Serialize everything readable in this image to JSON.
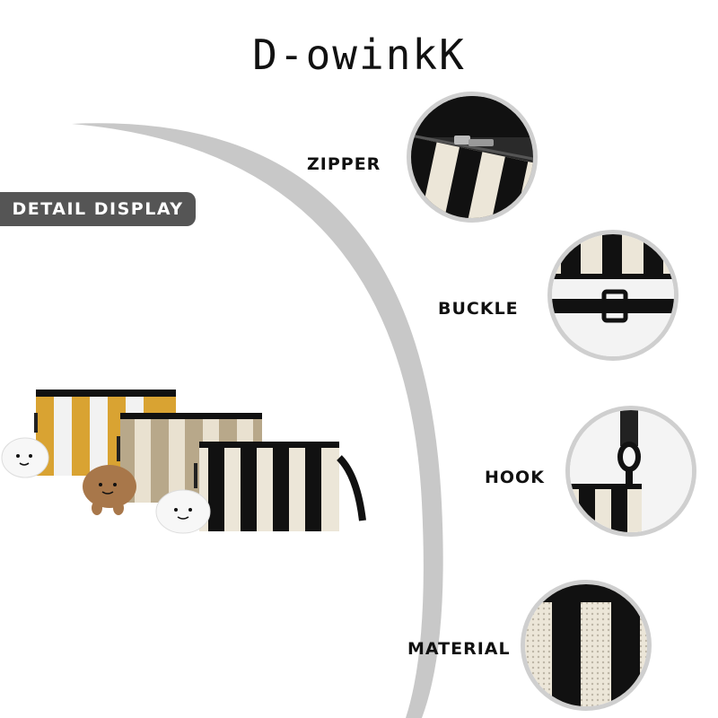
{
  "brand": {
    "title": "D-owinkK"
  },
  "badge": {
    "label": "DETAIL DISPLAY"
  },
  "details": [
    {
      "label": "ZIPPER",
      "icon": "zipper-detail-icon"
    },
    {
      "label": "BUCKLE",
      "icon": "buckle-detail-icon"
    },
    {
      "label": "HOOK",
      "icon": "hook-detail-icon"
    },
    {
      "label": "MATERIAL",
      "icon": "material-detail-icon"
    }
  ],
  "colors": {
    "arc": "#c8c8c8",
    "badge": "#555555",
    "stripe_dark": "#111111",
    "stripe_light": "#ece6d8",
    "mustard": "#d9a332",
    "khaki": "#b8a88a"
  }
}
